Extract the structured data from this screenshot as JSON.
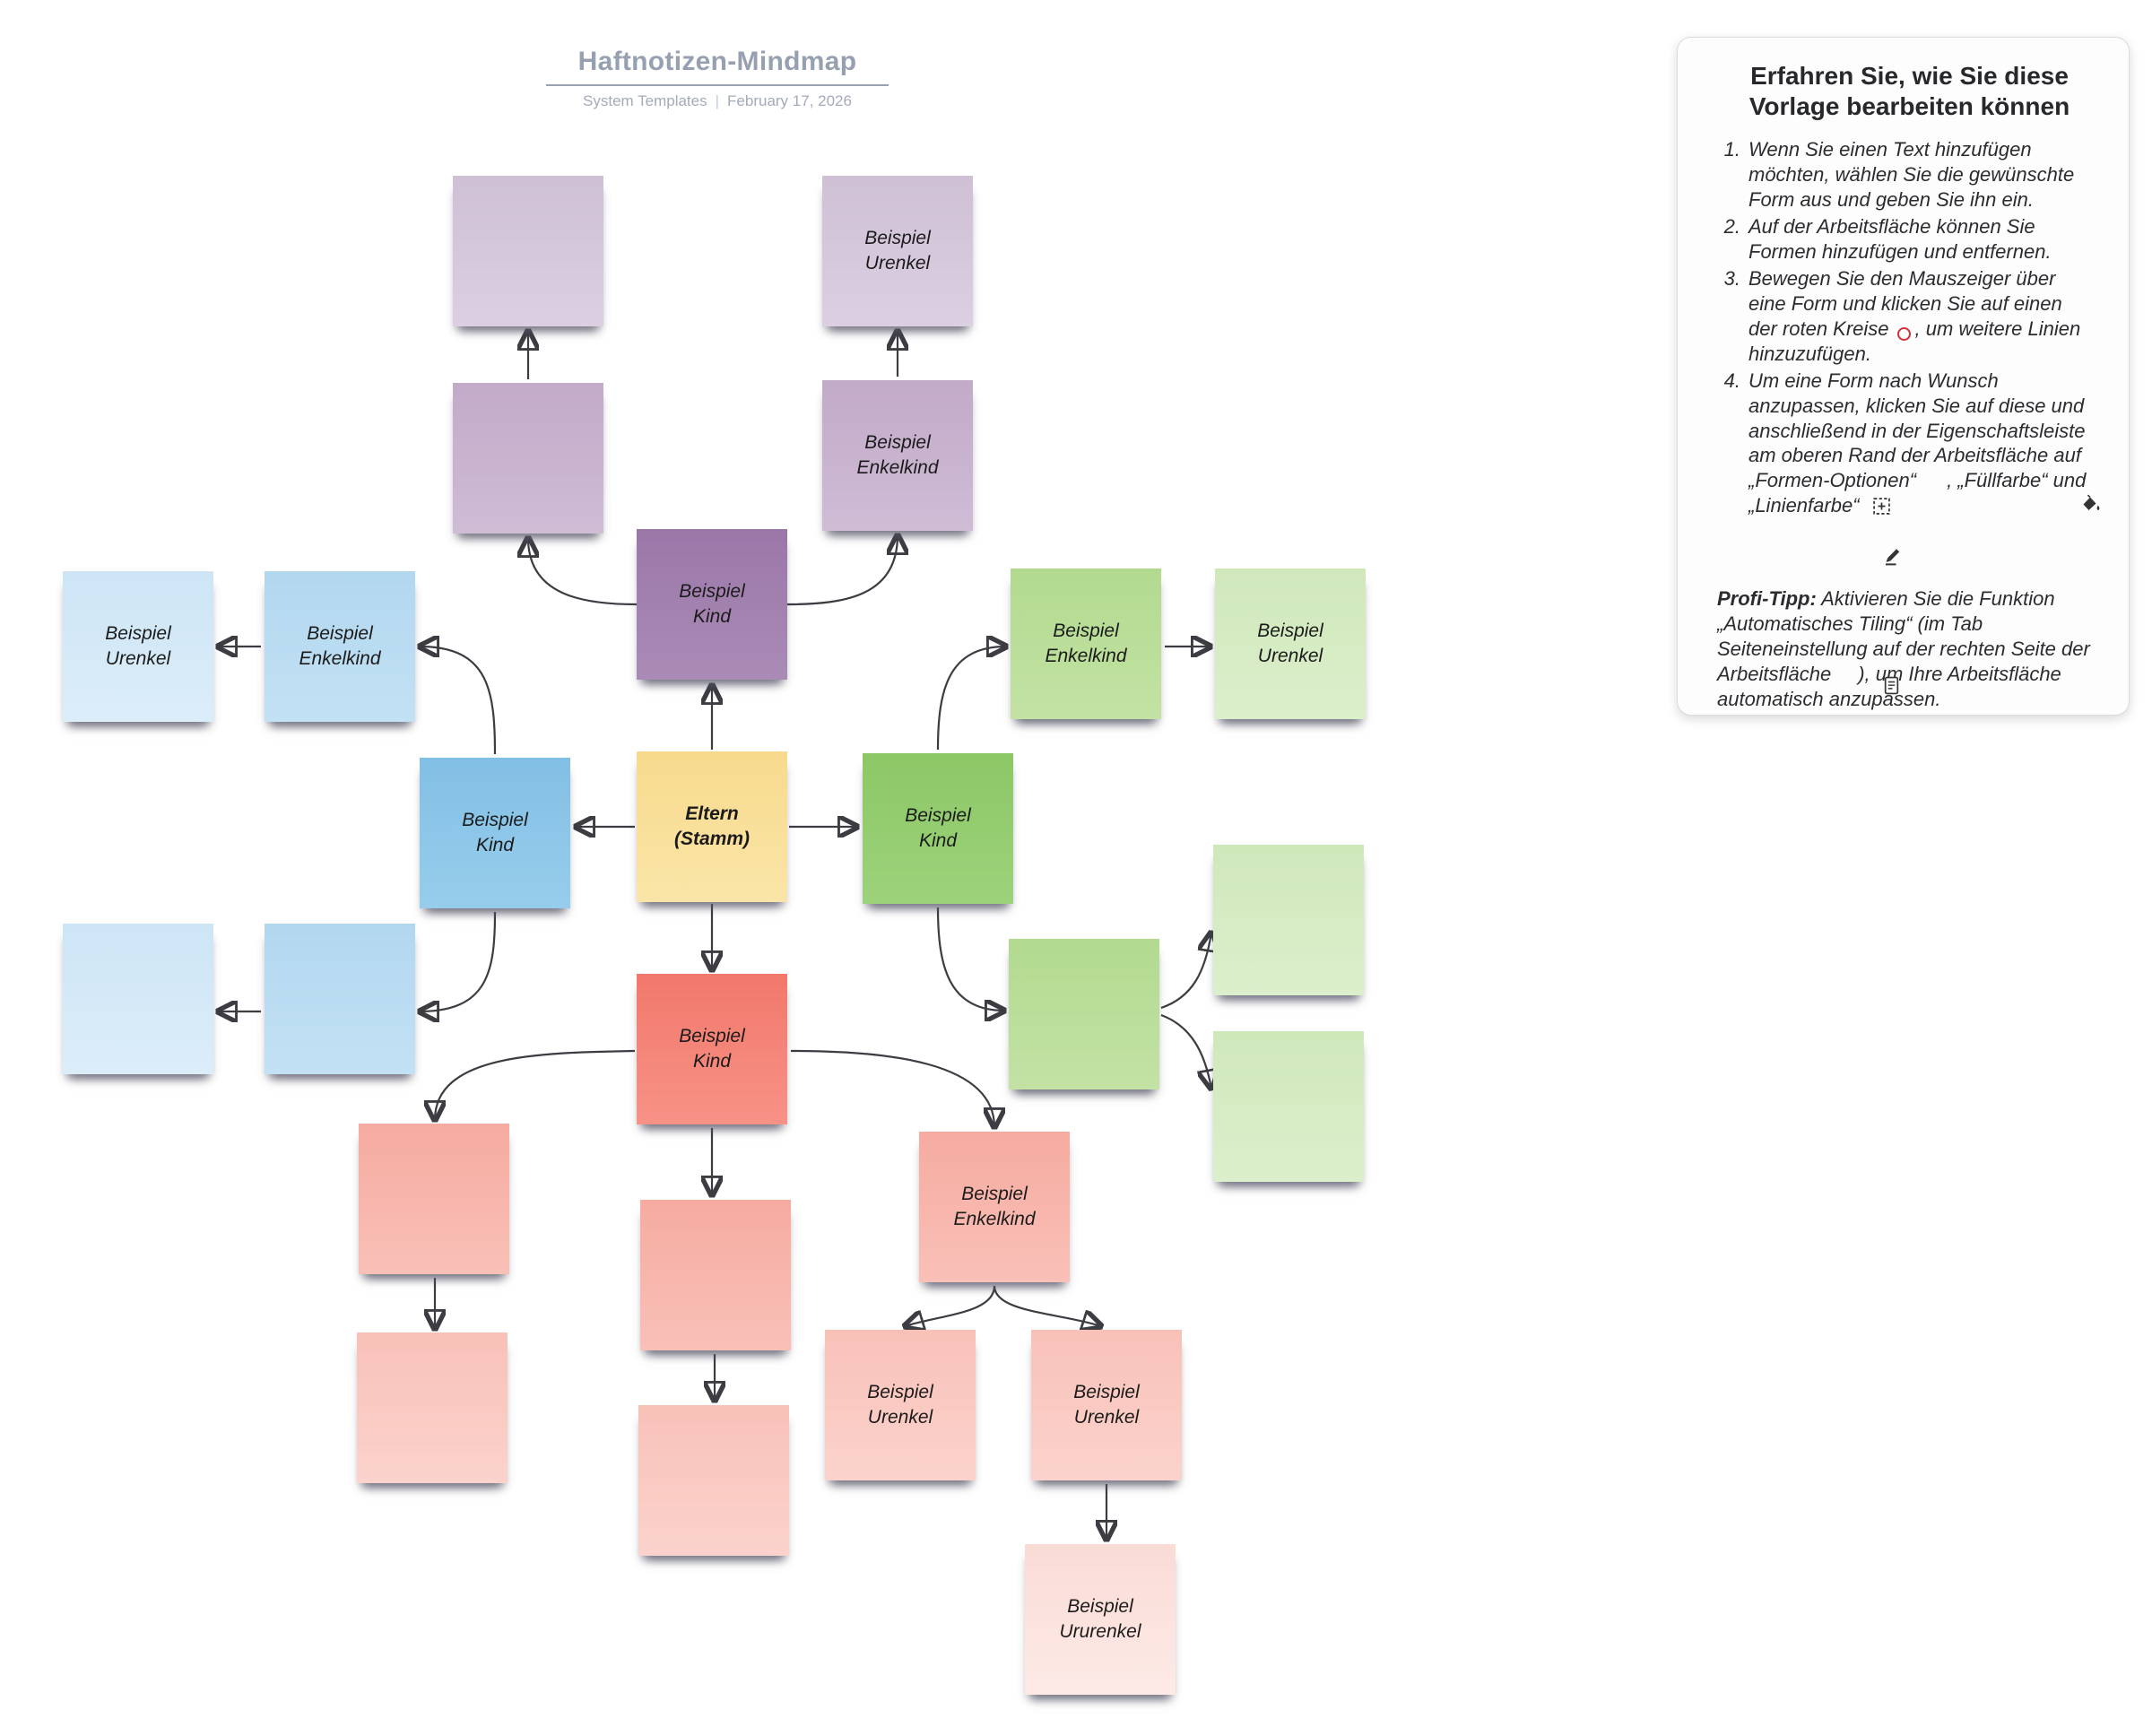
{
  "header": {
    "title": "Haftnotizen-Mindmap",
    "meta_left": "System Templates",
    "meta_separator": "|",
    "meta_right": "February 17, 2026"
  },
  "colors": {
    "root_yellow": "#f8dc90",
    "branch_purple": "#9b77a8",
    "branch_blue": "#82bfe4",
    "branch_green": "#8cc766",
    "branch_red": "#f1786b",
    "connector": "#3c3c42",
    "title_gray": "#97a0b0",
    "red_circle_accent": "#cf3339"
  },
  "mindmap": {
    "notes": [
      {
        "id": "purple-urenkel-blank",
        "label": "",
        "family": "purple",
        "shade": "s1"
      },
      {
        "id": "purple-urenkel",
        "label": "Beispiel\nUrenkel",
        "family": "purple",
        "shade": "s1"
      },
      {
        "id": "purple-enkelkind-blank",
        "label": "",
        "family": "purple",
        "shade": "s2"
      },
      {
        "id": "purple-enkelkind",
        "label": "Beispiel\nEnkelkind",
        "family": "purple",
        "shade": "s2"
      },
      {
        "id": "purple-kind",
        "label": "Beispiel\nKind",
        "family": "purple",
        "shade": "s3"
      },
      {
        "id": "root-eltern-stamm",
        "label": "Eltern\n(Stamm)",
        "family": "yellow",
        "shade": "s3",
        "bold": true
      },
      {
        "id": "blue-urenkel",
        "label": "Beispiel\nUrenkel",
        "family": "blue",
        "shade": "s1"
      },
      {
        "id": "blue-enkelkind",
        "label": "Beispiel\nEnkelkind",
        "family": "blue",
        "shade": "s2"
      },
      {
        "id": "blue-kind",
        "label": "Beispiel\nKind",
        "family": "blue",
        "shade": "s3"
      },
      {
        "id": "blue-urenkel-blank",
        "label": "",
        "family": "blue",
        "shade": "s1"
      },
      {
        "id": "blue-enkelkind-blank",
        "label": "",
        "family": "blue",
        "shade": "s2"
      },
      {
        "id": "green-kind",
        "label": "Beispiel\nKind",
        "family": "green",
        "shade": "s3"
      },
      {
        "id": "green-enkelkind",
        "label": "Beispiel\nEnkelkind",
        "family": "green",
        "shade": "s2"
      },
      {
        "id": "green-urenkel",
        "label": "Beispiel\nUrenkel",
        "family": "green",
        "shade": "s1"
      },
      {
        "id": "green-enkelkind-blank",
        "label": "",
        "family": "green",
        "shade": "s2"
      },
      {
        "id": "green-urenkel-blank-1",
        "label": "",
        "family": "green",
        "shade": "s1"
      },
      {
        "id": "green-urenkel-blank-2",
        "label": "",
        "family": "green",
        "shade": "s1"
      },
      {
        "id": "red-kind",
        "label": "Beispiel\nKind",
        "family": "red",
        "shade": "s3"
      },
      {
        "id": "red-enkelkind-blank-down",
        "label": "",
        "family": "red",
        "shade": "s2"
      },
      {
        "id": "red-urenkel-blank-down",
        "label": "",
        "family": "red",
        "shade": "s1"
      },
      {
        "id": "red-enkelkind",
        "label": "Beispiel\nEnkelkind",
        "family": "red",
        "shade": "s2"
      },
      {
        "id": "red-enkelkind-blank-left",
        "label": "",
        "family": "red",
        "shade": "s2"
      },
      {
        "id": "red-urenkel-blank-left",
        "label": "",
        "family": "red",
        "shade": "s1"
      },
      {
        "id": "red-urenkel-1",
        "label": "Beispiel\nUrenkel",
        "family": "red",
        "shade": "s1"
      },
      {
        "id": "red-urenkel-2",
        "label": "Beispiel\nUrenkel",
        "family": "red",
        "shade": "s1"
      },
      {
        "id": "red-ururenkel",
        "label": "Beispiel\nUrurenkel",
        "family": "red",
        "shade": "s0"
      }
    ]
  },
  "panel": {
    "title": "Erfahren Sie, wie Sie diese Vorlage bearbeiten können",
    "steps": [
      {
        "num": "1.",
        "text": "Wenn Sie einen Text hinzufügen möchten, wählen Sie die gewünschte Form aus und geben Sie ihn ein."
      },
      {
        "num": "2.",
        "text": "Auf der Arbeitsfläche können Sie Formen hinzufügen und entfernen."
      },
      {
        "num": "3.",
        "text_pre": "Bewegen Sie den Mauszeiger über eine Form und klicken Sie auf einen der roten Kreise",
        "text_post": ", um weitere Linien hinzuzufügen.",
        "icon": "red-circle-icon"
      },
      {
        "num": "4.",
        "text_pre": "Um eine Form nach Wunsch anzupassen, klicken Sie auf diese und anschließend in der Eigenschaftsleiste am oberen Rand der Arbeitsfläche auf „Formen-Optionen“",
        "text_mid": ", „Füllfarbe“",
        "text_post": " und „Linienfarbe“",
        "icons": [
          "shape-options-icon",
          "fill-color-icon",
          "line-color-icon"
        ]
      }
    ],
    "protip": {
      "label": "Profi-Tipp:",
      "text_pre": " Aktivieren Sie die Funktion „Automatisches Tiling“ (im Tab Seiteneinstellung auf der rechten Seite der Arbeitsfläche",
      "text_post": "), um Ihre Arbeitsfläche automatisch anzupassen.",
      "icon": "page-settings-icon"
    }
  }
}
